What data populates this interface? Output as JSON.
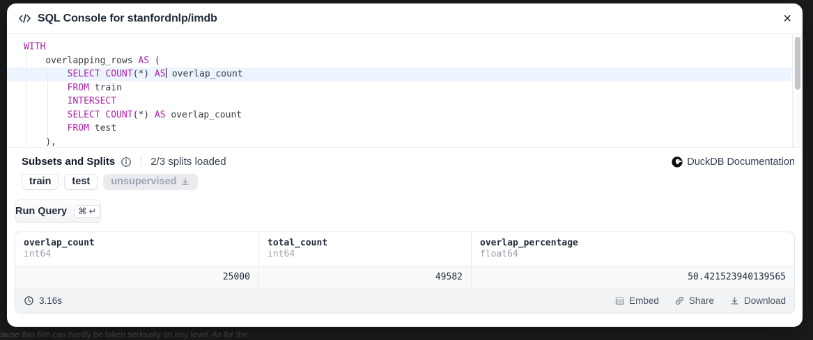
{
  "backdrop_text": "cause this film can hardly be taken seriously on any level. As for the",
  "window": {
    "title": "SQL Console for stanfordnlp/imdb",
    "close": "×"
  },
  "editor": {
    "active_line": 2,
    "lines": [
      [
        {
          "t": "kw",
          "v": "WITH"
        }
      ],
      [
        {
          "t": "ws",
          "v": "    "
        },
        {
          "t": "tx",
          "v": "overlapping_rows "
        },
        {
          "t": "kw",
          "v": "AS"
        },
        {
          "t": "tx",
          "v": " ("
        }
      ],
      [
        {
          "t": "ws",
          "v": "        "
        },
        {
          "t": "kw",
          "v": "SELECT"
        },
        {
          "t": "tx",
          "v": " "
        },
        {
          "t": "kw",
          "v": "COUNT"
        },
        {
          "t": "tx",
          "v": "(*) "
        },
        {
          "t": "kw",
          "v": "AS"
        },
        {
          "t": "caret",
          "v": ""
        },
        {
          "t": "tx",
          "v": " overlap_count"
        }
      ],
      [
        {
          "t": "ws",
          "v": "        "
        },
        {
          "t": "kw",
          "v": "FROM"
        },
        {
          "t": "tx",
          "v": " train"
        }
      ],
      [
        {
          "t": "ws",
          "v": "        "
        },
        {
          "t": "kw",
          "v": "INTERSECT"
        }
      ],
      [
        {
          "t": "ws",
          "v": "        "
        },
        {
          "t": "kw",
          "v": "SELECT"
        },
        {
          "t": "tx",
          "v": " "
        },
        {
          "t": "kw",
          "v": "COUNT"
        },
        {
          "t": "tx",
          "v": "(*) "
        },
        {
          "t": "kw",
          "v": "AS"
        },
        {
          "t": "tx",
          "v": " overlap_count"
        }
      ],
      [
        {
          "t": "ws",
          "v": "        "
        },
        {
          "t": "kw",
          "v": "FROM"
        },
        {
          "t": "tx",
          "v": " test"
        }
      ],
      [
        {
          "t": "ws",
          "v": "    "
        },
        {
          "t": "tx",
          "v": "),"
        }
      ]
    ]
  },
  "splits": {
    "heading": "Subsets and Splits",
    "status": "2/3 splits loaded",
    "doc_link": "DuckDB Documentation",
    "chips": [
      {
        "label": "train",
        "loaded": true
      },
      {
        "label": "test",
        "loaded": true
      },
      {
        "label": "unsupervised",
        "loaded": false
      }
    ]
  },
  "run_query": {
    "label": "Run Query",
    "shortcut": [
      "⌘",
      "↵"
    ]
  },
  "results": {
    "columns": [
      {
        "name": "overlap_count",
        "type": "int64",
        "value": "25000"
      },
      {
        "name": "total_count",
        "type": "int64",
        "value": "49582"
      },
      {
        "name": "overlap_percentage",
        "type": "float64",
        "value": "50.421523940139565"
      }
    ]
  },
  "status_bar": {
    "duration": "3.16s",
    "actions": [
      {
        "label": "Embed",
        "icon": "embed-icon"
      },
      {
        "label": "Share",
        "icon": "share-icon"
      },
      {
        "label": "Download",
        "icon": "download-icon"
      }
    ]
  },
  "colors": {
    "keyword": "#a626a4",
    "active_line_bg": "#ecf4fd",
    "accent_dark": "#1f2937"
  }
}
